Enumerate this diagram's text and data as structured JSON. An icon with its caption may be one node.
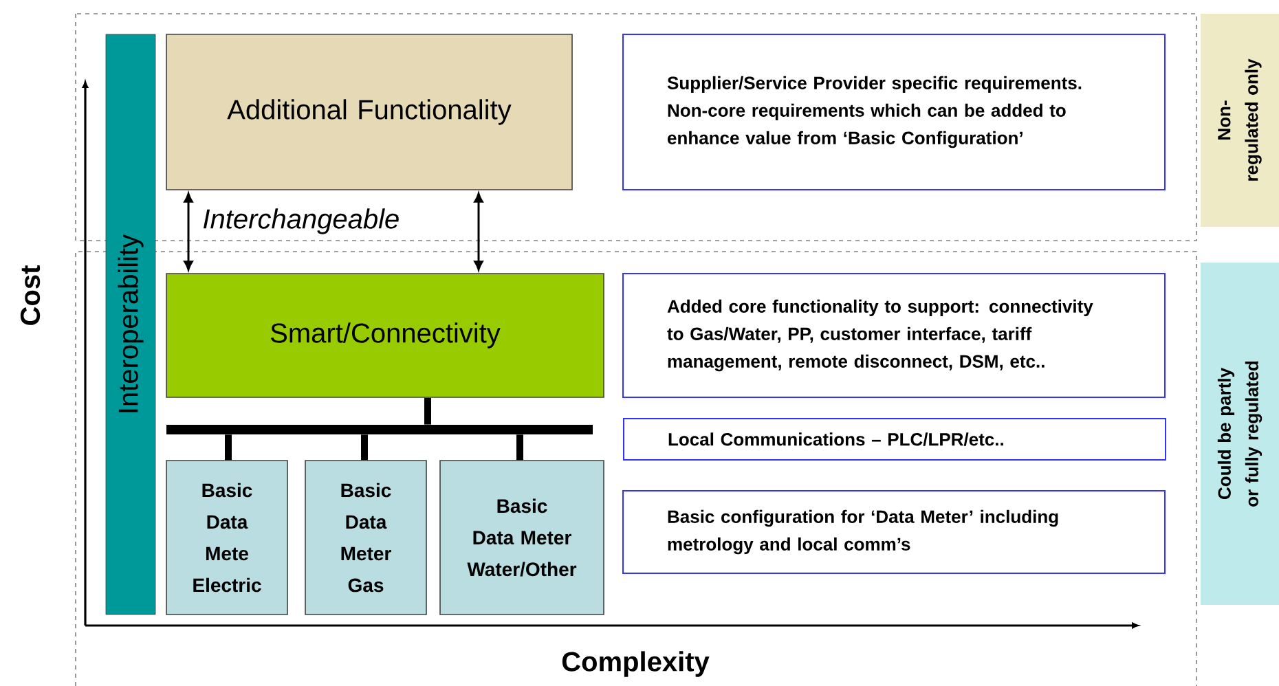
{
  "diagram": {
    "nodes": [
      {
        "text": [
          "Interoperability"
        ]
      },
      {
        "text": [
          "Additional Functionality"
        ]
      },
      {
        "text": [
          "Smart/Connectivity"
        ]
      },
      {
        "text": [
          "Basic Data Mete Electric"
        ]
      },
      {
        "text": [
          "Basic Data Meter Gas"
        ]
      },
      {
        "text": [
          "Basic Data Meter Water/Other"
        ]
      },
      {
        "text": [
          "Supplier/Service Provider specific requirements. Non-core requirements which can be added to enhance value from ‘Basic Configuration’"
        ]
      },
      {
        "text": [
          "Added core functionality to support: connectivity to Gas/Water, PP, customer interface, tariff management, remote disconnect, DSM, etc.."
        ]
      },
      {
        "text": [
          "Local Communications – PLC/LPR/etc.."
        ]
      },
      {
        "text": [
          "Basic configuration for ‘Data Meter’ including metrology and local comm’s"
        ]
      },
      {
        "text": [
          "Non-regulated only"
        ]
      },
      {
        "text": [
          "Could be partly or fully regulated"
        ]
      },
      {
        "text": [],
        "shape": "bar"
      }
    ],
    "edges": [
      {
        "from": 1,
        "to": 2,
        "arrow": "both"
      },
      {
        "from": 1,
        "to": 2,
        "arrow": "both"
      },
      {
        "from": 12,
        "to": 2,
        "arrow": "none"
      },
      {
        "from": 12,
        "to": 3,
        "arrow": "none"
      },
      {
        "from": 12,
        "to": 4,
        "arrow": "none"
      },
      {
        "from": 12,
        "to": 5,
        "arrow": "none"
      }
    ],
    "labels": [
      "Interchangeable",
      "Cost",
      "Complexity"
    ]
  }
}
